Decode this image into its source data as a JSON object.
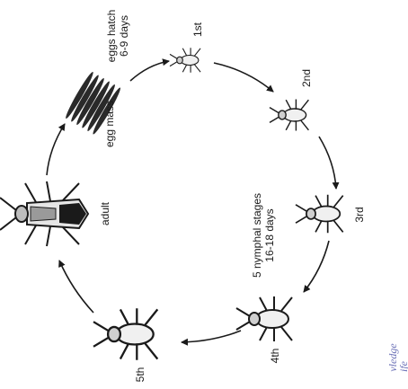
{
  "labels": {
    "eggs_hatch_line1": "eggs hatch",
    "eggs_hatch_line2": "6-9 days",
    "egg_mass": "egg mass",
    "first": "1st",
    "second": "2nd",
    "third": "3rd",
    "fourth": "4th",
    "fifth": "5th",
    "adult": "adult",
    "nymphal_line1": "5 nymphal stages",
    "nymphal_line2": "16-18 days"
  },
  "watermark": {
    "line1": "vledge",
    "line2": "ife"
  },
  "colors": {
    "ink": "#1a1a1a",
    "watermark": "#6a6fb6"
  }
}
